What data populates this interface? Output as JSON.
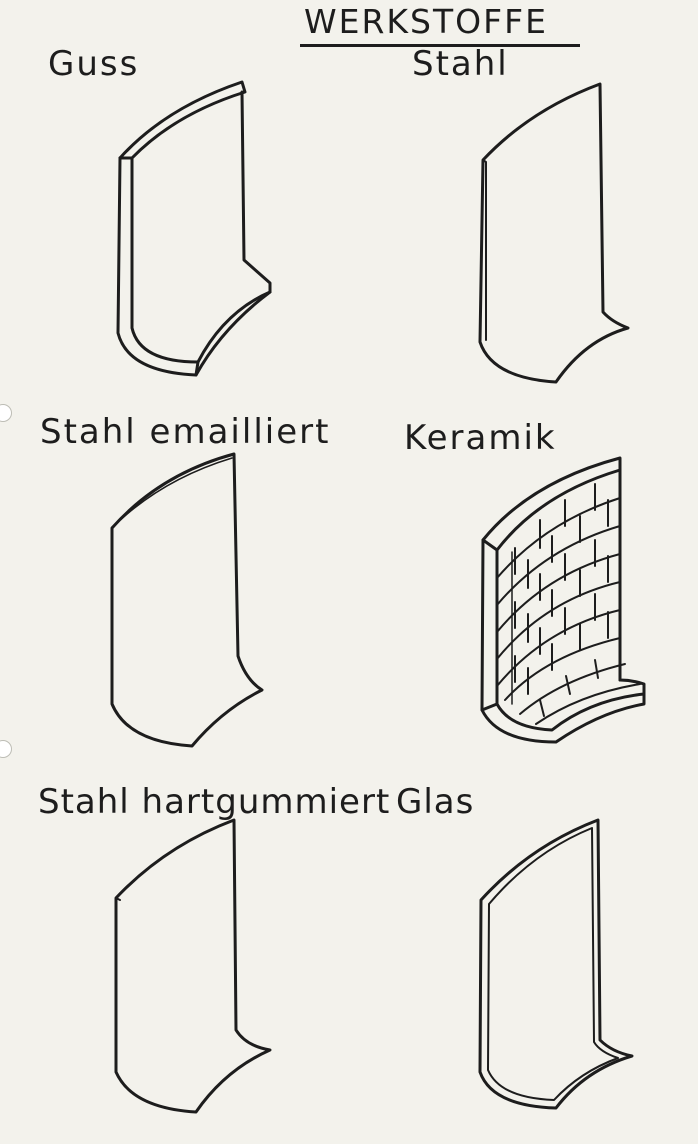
{
  "title": "WERKSTOFFE",
  "materials": [
    {
      "id": "guss",
      "label": "Guss"
    },
    {
      "id": "stahl",
      "label": "Stahl"
    },
    {
      "id": "stahl_emailliert",
      "label": "Stahl emailliert"
    },
    {
      "id": "keramik",
      "label": "Keramik"
    },
    {
      "id": "stahl_hartgummiert",
      "label": "Stahl hartgummiert"
    },
    {
      "id": "glas",
      "label": "Glas"
    }
  ],
  "colors": {
    "paper": "#f3f2ec",
    "ink": "#1d1d1d"
  }
}
